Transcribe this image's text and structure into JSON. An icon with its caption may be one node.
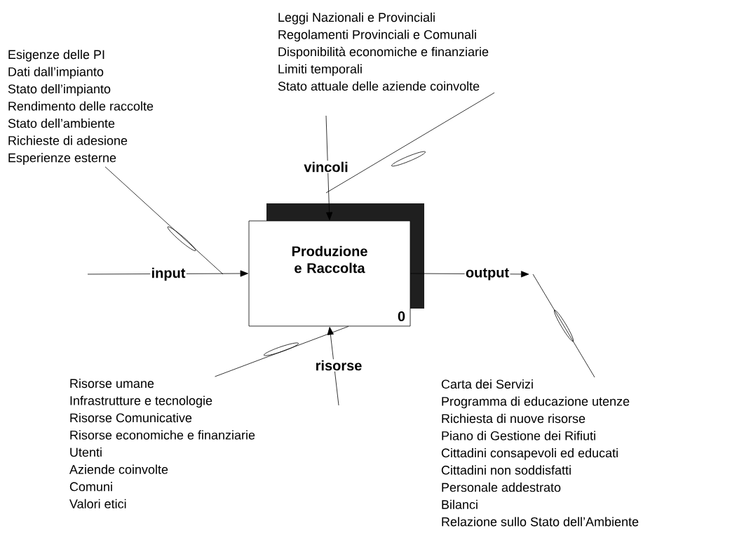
{
  "diagram": {
    "nodes": [
      {
        "text": [
          "Produzione e Raccolta",
          "0"
        ]
      },
      {
        "text": [
          "Esigenze delle PI",
          "Dati dall’impianto",
          "Stato dell’impianto",
          "Rendimento delle raccolte",
          "Stato dell’ambiente",
          "Richieste di adesione",
          "Esperienze esterne"
        ]
      },
      {
        "text": [
          "Leggi Nazionali e Provinciali",
          "Regolamenti Provinciali e Comunali",
          "Disponibilità economiche e finanziarie",
          "Limiti temporali",
          "Stato attuale delle aziende coinvolte"
        ]
      },
      {
        "text": [
          "Risorse umane",
          "Infrastrutture e tecnologie",
          "Risorse Comunicative",
          "Risorse economiche e finanziarie",
          "Utenti",
          "Aziende coinvolte",
          "Comuni",
          "Valori etici"
        ]
      },
      {
        "text": [
          "Carta dei Servizi",
          "Programma di educazione utenze",
          "Richiesta di nuove risorse",
          "Piano di Gestione dei Rifiuti",
          "Cittadini consapevoli ed educati",
          "Cittadini non soddisfatti",
          "Personale addestrato",
          "Bilanci",
          "Relazione sullo Stato dell’Ambiente"
        ]
      }
    ],
    "edges": [
      {
        "from": null,
        "to": 0,
        "arrow": "to",
        "label": "input"
      },
      {
        "from": null,
        "to": 0,
        "arrow": "to",
        "label": "vincoli"
      },
      {
        "from": 0,
        "to": null,
        "arrow": "to",
        "label": "output"
      },
      {
        "from": null,
        "to": 0,
        "arrow": "to",
        "label": "risorse"
      },
      {
        "from": 1,
        "to": null,
        "arrow": "none"
      },
      {
        "from": 2,
        "to": null,
        "arrow": "none"
      },
      {
        "from": 3,
        "to": 0,
        "arrow": "none"
      },
      {
        "from": 4,
        "to": null,
        "arrow": "none"
      }
    ]
  }
}
